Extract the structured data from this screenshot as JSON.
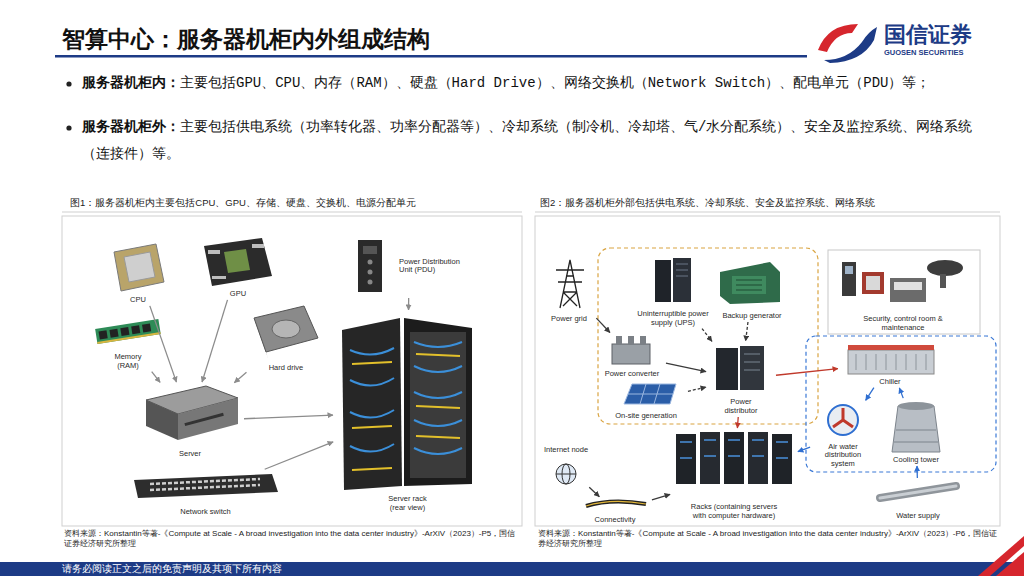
{
  "diagram": {
    "title": "智算中心：服务器机柜内外组成结构",
    "nodes": [
      {
        "text": [
          "CPU"
        ]
      },
      {
        "text": [
          "GPU"
        ]
      },
      {
        "text": [
          "Memory (RAM)"
        ]
      },
      {
        "text": [
          "Hard drive"
        ]
      },
      {
        "text": [
          "Server"
        ]
      },
      {
        "text": [
          "Network switch"
        ]
      },
      {
        "text": [
          "Power Distribution Unit (PDU)"
        ]
      },
      {
        "text": [
          "Server rack (rear view)"
        ]
      },
      {
        "text": [
          "Power grid"
        ]
      },
      {
        "text": [
          "Uninterruptible power supply (UPS)"
        ]
      },
      {
        "text": [
          "Backup generator"
        ]
      },
      {
        "text": [
          "Power converter"
        ]
      },
      {
        "text": [
          "On-site generation"
        ]
      },
      {
        "text": [
          "Power distributor"
        ]
      },
      {
        "text": [
          "Security, control room & maintenance"
        ]
      },
      {
        "text": [
          "Chiller"
        ]
      },
      {
        "text": [
          "Air water distribution system"
        ]
      },
      {
        "text": [
          "Cooling tower"
        ]
      },
      {
        "text": [
          "Water supply"
        ]
      },
      {
        "text": [
          "Internet node"
        ]
      },
      {
        "text": [
          "Connectivity"
        ]
      },
      {
        "text": [
          "Racks (containing servers with computer hardware)"
        ]
      }
    ],
    "edges": [
      {
        "from": 0,
        "to": 4,
        "arrow": "to"
      },
      {
        "from": 1,
        "to": 4,
        "arrow": "to"
      },
      {
        "from": 2,
        "to": 4,
        "arrow": "to"
      },
      {
        "from": 3,
        "to": 4,
        "arrow": "to"
      },
      {
        "from": 4,
        "to": 7,
        "arrow": "to"
      },
      {
        "from": 5,
        "to": 7,
        "arrow": "to"
      },
      {
        "from": 6,
        "to": 7,
        "arrow": "to"
      },
      {
        "from": 8,
        "to": 11,
        "arrow": "to"
      },
      {
        "from": 9,
        "to": 13,
        "arrow": "to"
      },
      {
        "from": 10,
        "to": 13,
        "arrow": "to"
      },
      {
        "from": 11,
        "to": 13,
        "arrow": "to"
      },
      {
        "from": 12,
        "to": 13,
        "arrow": "to"
      },
      {
        "from": 13,
        "to": 21,
        "arrow": "to"
      },
      {
        "from": 13,
        "to": 15,
        "arrow": "to"
      },
      {
        "from": 17,
        "to": 15,
        "arrow": "to"
      },
      {
        "from": 15,
        "to": 16,
        "arrow": "to"
      },
      {
        "from": 16,
        "to": 21,
        "arrow": "to"
      },
      {
        "from": 18,
        "to": 17,
        "arrow": "to"
      },
      {
        "from": 19,
        "to": 20,
        "arrow": "to"
      },
      {
        "from": 20,
        "to": 21,
        "arrow": "to"
      }
    ],
    "labels": [
      "国信证券",
      "GUOSEN SECURITIES",
      "服务器机柜内：",
      "主要包括GPU、CPU、内存（RAM）、硬盘（Hard Drive）、网络交换机（Network Switch）、配电单元（PDU）等；",
      "服务器机柜外：",
      "主要包括供电系统（功率转化器、功率分配器等）、冷却系统（制冷机、冷却塔、气/水分配系统）、安全及监控系统、网络系统（连接件）等。",
      "图1：服务器机柜内主要包括CPU、GPU、存储、硬盘、交换机、电源分配单元",
      "图2：服务器机柜外部包括供电系统、冷却系统、安全及监控系统、网络系统",
      "资料来源：Konstantin等著-《Compute at Scale - A broad investigation into the data center industry》-ArXiV（2023）-P5，国信证券经济研究所整理",
      "资料来源：Konstantin等著-《Compute at Scale - A broad investigation into the data center industry》-ArXiV（2023）-P6，国信证券经济研究所整理",
      "请务必阅读正文之后的免责声明及其项下所有内容"
    ]
  }
}
